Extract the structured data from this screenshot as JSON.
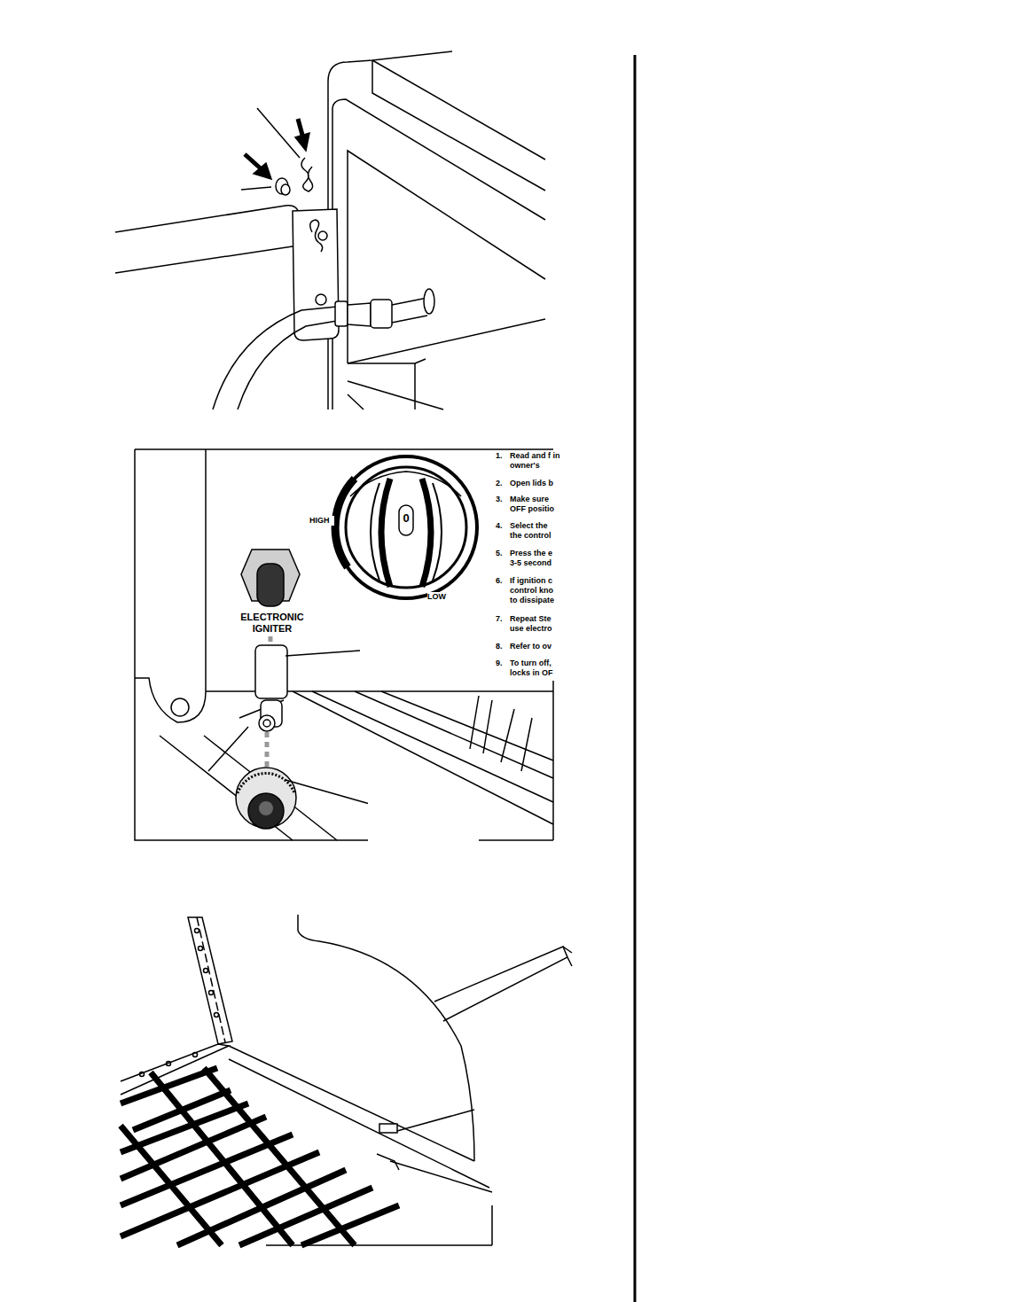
{
  "diagram": {
    "labels": [
      "HIGH",
      "0",
      "LOW",
      "ELECTRONIC IGNITER",
      "1.",
      "Read and f in owner's",
      "2.",
      "Open lids b",
      "3.",
      "Make sure OFF positio",
      "4.",
      "Select the the control",
      "5.",
      "Press the e 3-5 second",
      "6.",
      "If ignition c control kno to dissipate",
      "7.",
      "Repeat Ste use electro",
      "8.",
      "Refer to ov",
      "9.",
      "To turn off, locks in OF"
    ]
  }
}
